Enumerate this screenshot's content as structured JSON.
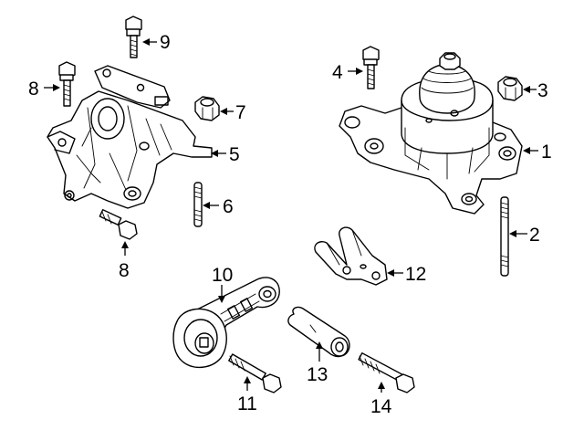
{
  "callouts": {
    "c1": "1",
    "c2": "2",
    "c3": "3",
    "c4": "4",
    "c5": "5",
    "c6": "6",
    "c7": "7",
    "c8a": "8",
    "c8b": "8",
    "c9": "9",
    "c10": "10",
    "c11": "11",
    "c12": "12",
    "c13": "13",
    "c14": "14"
  },
  "colors": {
    "ink": "#000000",
    "paper": "#ffffff"
  }
}
